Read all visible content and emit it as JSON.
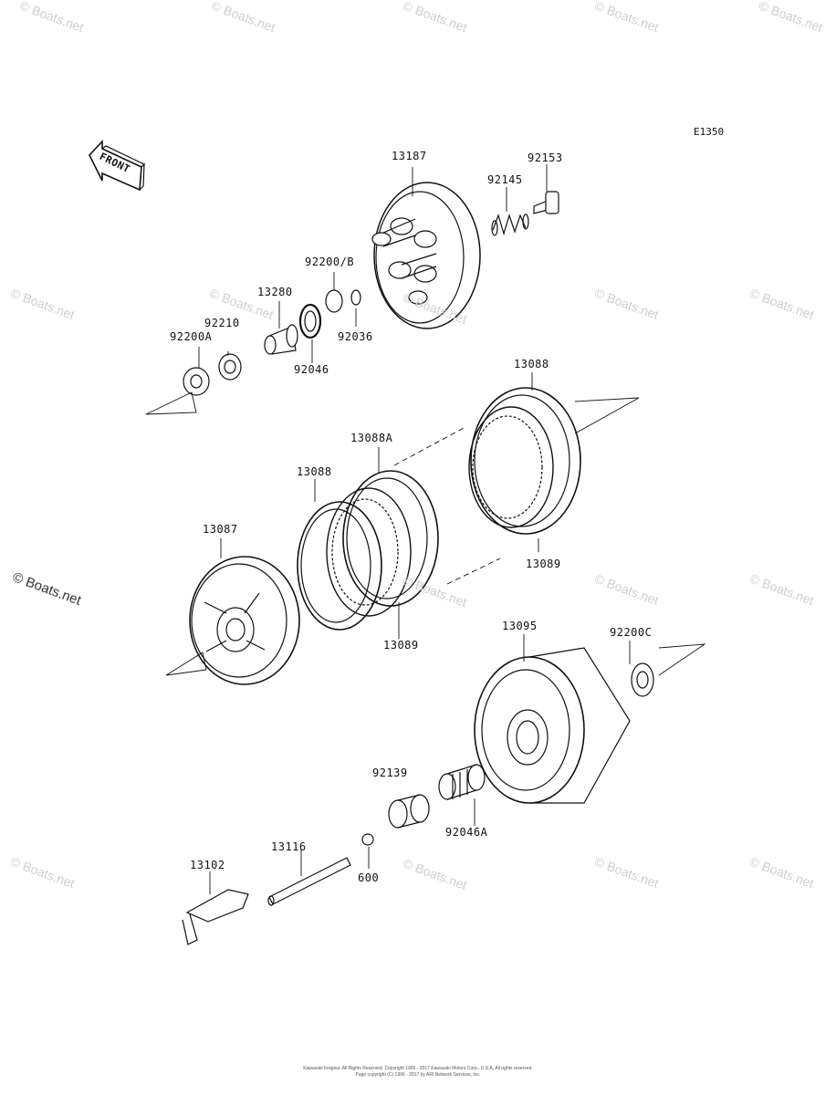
{
  "diagram": {
    "code": "E1350",
    "front_label": "FRONT",
    "parts": {
      "p13187": "13187",
      "p92153": "92153",
      "p92145": "92145",
      "p92200b": "92200/B",
      "p13280": "13280",
      "p92210": "92210",
      "p92200a": "92200A",
      "p92036": "92036",
      "p92046": "92046",
      "p13088_top": "13088",
      "p13088a": "13088A",
      "p13088_left": "13088",
      "p13087": "13087",
      "p13089_right": "13089",
      "p13089_left": "13089",
      "p13095": "13095",
      "p92200c": "92200C",
      "p92139": "92139",
      "p92046a": "92046A",
      "p13116": "13116",
      "p13102": "13102",
      "p600": "600"
    }
  },
  "watermark": {
    "text": "© Boats.net"
  },
  "footer": {
    "line1": "Kawasaki Insignia. All Rights Reserved. Copyright 1995 - 2017 Kawasaki Motors Corp., U.S.A. All rights reserved.",
    "line2": "Page copyright (C) 1996 - 2017 by ARI Network Services, Inc."
  },
  "colors": {
    "ink": "#111111",
    "watermark": "#cfcfcf"
  }
}
